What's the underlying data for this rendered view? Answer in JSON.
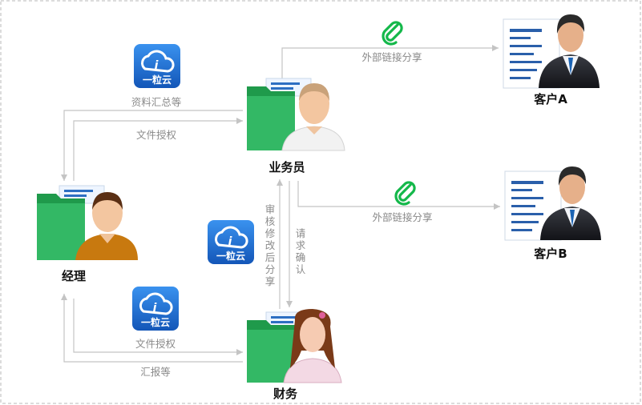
{
  "diagram": {
    "nodes": {
      "manager": {
        "label": "经理"
      },
      "salesman": {
        "label": "业务员"
      },
      "finance": {
        "label": "财务"
      },
      "client_a": {
        "label": "客户A"
      },
      "client_b": {
        "label": "客户B"
      }
    },
    "edges": {
      "summary_up": {
        "label": "资料汇总等"
      },
      "auth_to_salesman": {
        "label": "文件授权"
      },
      "share_a": {
        "label": "外部链接分享"
      },
      "share_b": {
        "label": "外部链接分享"
      },
      "review_share": {
        "label": "审核修改后分享"
      },
      "request_confirm": {
        "label": "请求确认"
      },
      "auth_to_finance": {
        "label": "文件授权"
      },
      "report_up": {
        "label": "汇报等"
      }
    },
    "badges": {
      "cloud_label": "一粒云"
    },
    "colors": {
      "folder_green": "#33b865",
      "folder_dark": "#1f9a4b",
      "connector_gray": "#c4c4c4",
      "cloud_blue": "#1a6fd6",
      "link_icon_green": "#14b84a",
      "dashed_frame": "#b8b8b8"
    }
  }
}
